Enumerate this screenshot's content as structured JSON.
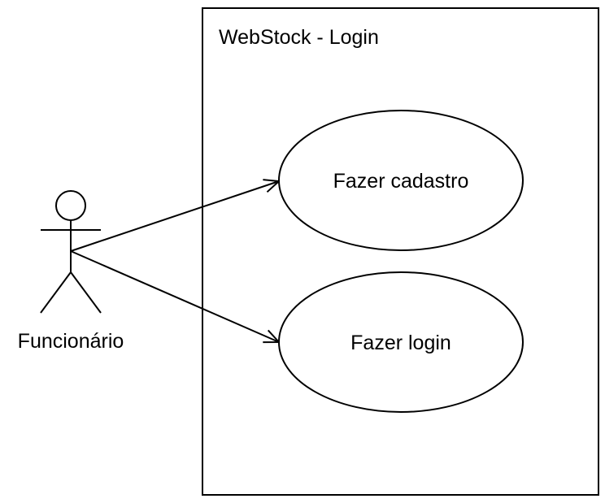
{
  "system": {
    "title": "WebStock - Login"
  },
  "actor": {
    "name": "Funcionário"
  },
  "use_cases": [
    {
      "label": "Fazer cadastro"
    },
    {
      "label": "Fazer login"
    }
  ],
  "colors": {
    "stroke": "#000000",
    "background": "#ffffff"
  }
}
